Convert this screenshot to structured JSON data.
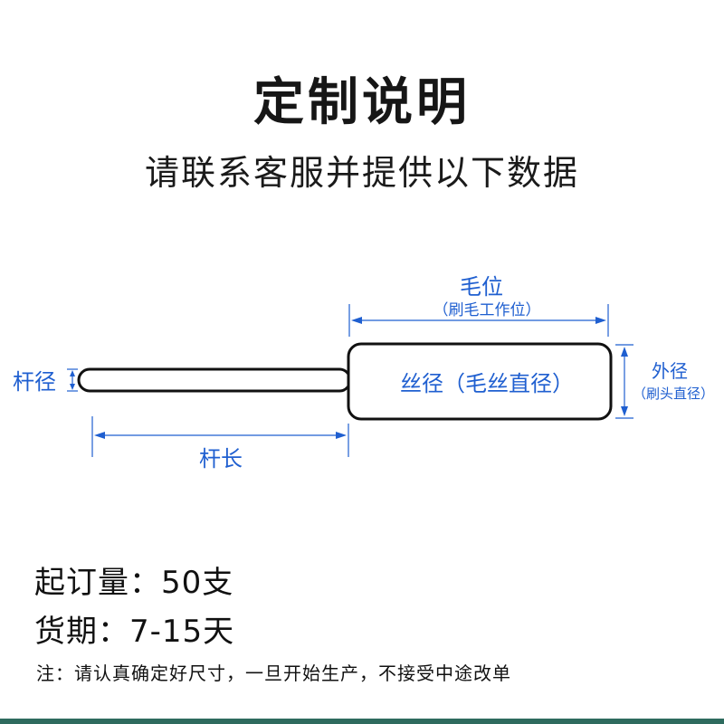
{
  "header": {
    "title": "定制说明",
    "subtitle": "请联系客服并提供以下数据"
  },
  "diagram": {
    "brush_length_label": "毛位",
    "brush_length_sub": "（刷毛工作位）",
    "wire_dia_label": "丝径（毛丝直径）",
    "outer_dia_label": "外径",
    "outer_dia_sub": "（刷头直径）",
    "rod_dia_label": "杆径",
    "rod_length_label": "杆长",
    "accent_color": "#1f5fd0"
  },
  "info": {
    "moq": "起订量：50支",
    "lead_time": "货期：7-15天",
    "note": "注：请认真确定好尺寸，一旦开始生产，不接受中途改单"
  }
}
